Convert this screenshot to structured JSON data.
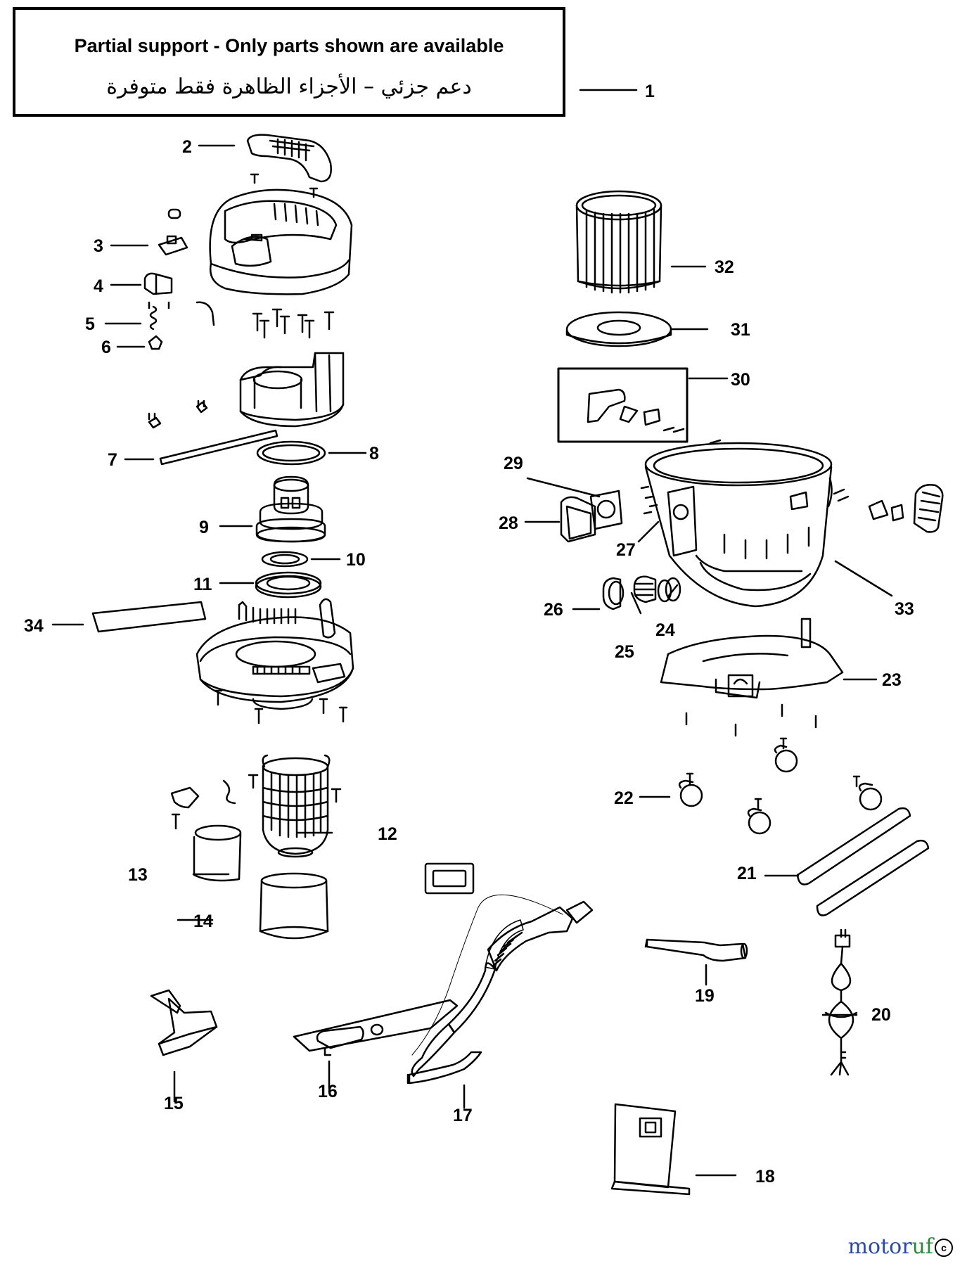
{
  "notice": {
    "english": "Partial support - Only parts shown are available",
    "arabic": "دعم جزئي – الأجزاء الظاهرة فقط متوفرة"
  },
  "watermark": {
    "part1": "motor",
    "part2": "uf",
    "copyright_symbol": "c"
  },
  "part_numbers": [
    "1",
    "2",
    "3",
    "4",
    "5",
    "6",
    "7",
    "8",
    "9",
    "10",
    "11",
    "12",
    "13",
    "14",
    "15",
    "16",
    "17",
    "18",
    "19",
    "20",
    "21",
    "22",
    "23",
    "24",
    "25",
    "26",
    "27",
    "28",
    "29",
    "30",
    "31",
    "32",
    "33",
    "34"
  ],
  "colors": {
    "line": "#000000",
    "background": "#ffffff",
    "watermark_blue": "#2b4aa8",
    "watermark_green": "#2a8a3a"
  }
}
